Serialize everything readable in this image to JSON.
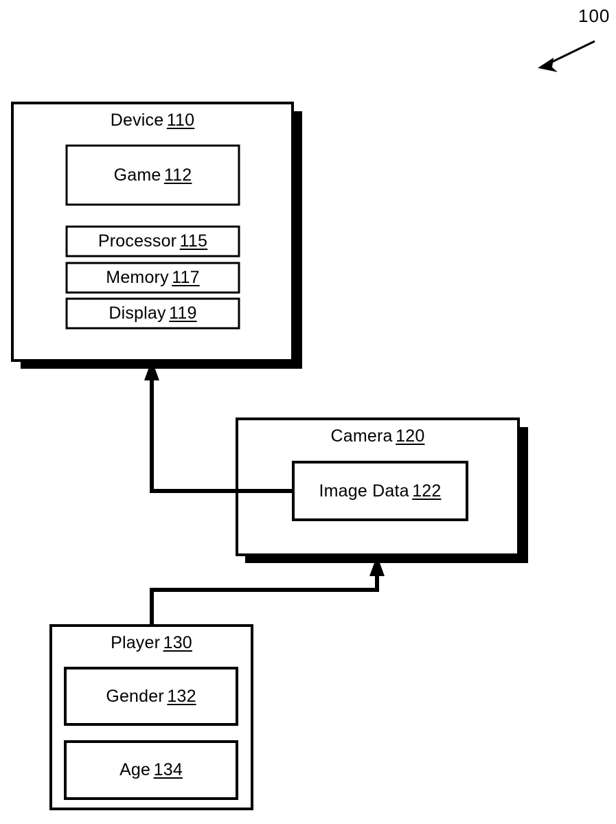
{
  "figure": {
    "reference_numeral": "100",
    "pointer_icon": "diagonal-arrow-down-left"
  },
  "nodes": {
    "device": {
      "label": "Device",
      "number": "110",
      "children": {
        "game": {
          "label": "Game",
          "number": "112"
        },
        "processor": {
          "label": "Processor",
          "number": "115"
        },
        "memory": {
          "label": "Memory",
          "number": "117"
        },
        "display": {
          "label": "Display",
          "number": "119"
        }
      }
    },
    "camera": {
      "label": "Camera",
      "number": "120",
      "children": {
        "image_data": {
          "label": "Image Data",
          "number": "122"
        }
      }
    },
    "player": {
      "label": "Player",
      "number": "130",
      "children": {
        "gender": {
          "label": "Gender",
          "number": "132"
        },
        "age": {
          "label": "Age",
          "number": "134"
        }
      }
    }
  },
  "connectors": [
    {
      "name": "image-data-to-device",
      "from": "image_data",
      "to": "device",
      "arrow_icon": "arrowhead-up"
    },
    {
      "name": "player-to-camera",
      "from": "player",
      "to": "camera",
      "arrow_icon": "arrowhead-up"
    }
  ],
  "colors": {
    "ink": "#000000",
    "paper": "#ffffff"
  }
}
